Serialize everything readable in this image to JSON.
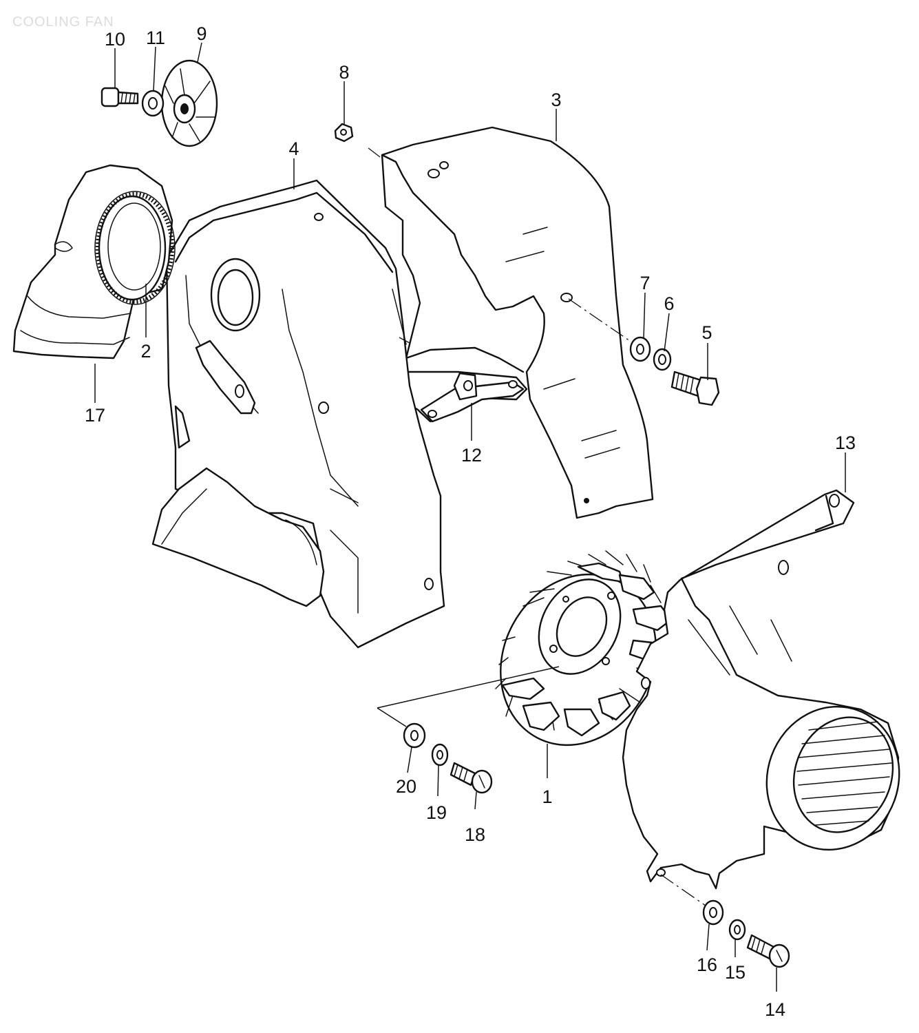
{
  "diagram": {
    "faint_title": "COOLING FAN",
    "parts": [
      {
        "id": "p1",
        "number": "1"
      },
      {
        "id": "p2",
        "number": "2"
      },
      {
        "id": "p3",
        "number": "3"
      },
      {
        "id": "p4",
        "number": "4"
      },
      {
        "id": "p5",
        "number": "5"
      },
      {
        "id": "p6",
        "number": "6"
      },
      {
        "id": "p7",
        "number": "7"
      },
      {
        "id": "p8",
        "number": "8"
      },
      {
        "id": "p9",
        "number": "9"
      },
      {
        "id": "p10",
        "number": "10"
      },
      {
        "id": "p11",
        "number": "11"
      },
      {
        "id": "p12",
        "number": "12"
      },
      {
        "id": "p13",
        "number": "13"
      },
      {
        "id": "p14",
        "number": "14"
      },
      {
        "id": "p15",
        "number": "15"
      },
      {
        "id": "p16",
        "number": "16"
      },
      {
        "id": "p17",
        "number": "17"
      },
      {
        "id": "p18",
        "number": "18"
      },
      {
        "id": "p19",
        "number": "19"
      },
      {
        "id": "p20",
        "number": "20"
      }
    ]
  }
}
